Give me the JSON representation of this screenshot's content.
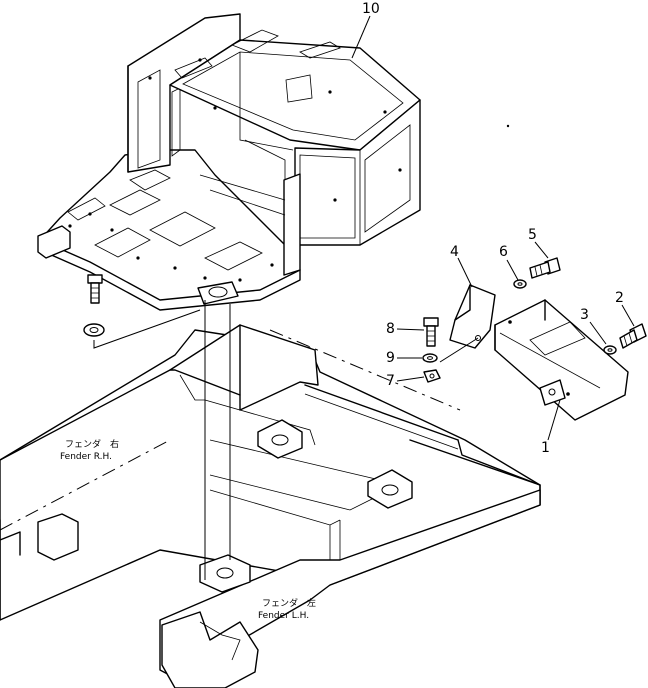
{
  "callouts": {
    "c1": "1",
    "c2": "2",
    "c3": "3",
    "c4": "4",
    "c5": "5",
    "c6": "6",
    "c7": "7",
    "c8": "8",
    "c9": "9",
    "c10": "10"
  },
  "fender_rh": {
    "jp": "フェンダ　右",
    "en": "Fender  R.H."
  },
  "fender_lh": {
    "jp": "フェンダ　左",
    "en": "Fender  L.H."
  }
}
